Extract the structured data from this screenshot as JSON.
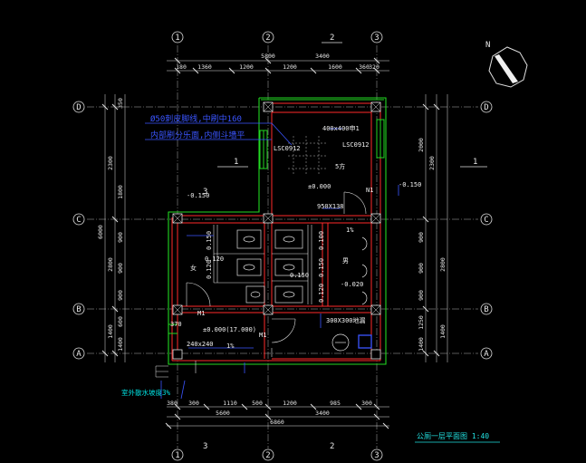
{
  "drawing": {
    "grid_columns": [
      "1",
      "2",
      "3"
    ],
    "grid_rows": [
      "D",
      "C",
      "B",
      "A"
    ],
    "section_marks": {
      "top": "2",
      "bottom_left": "3",
      "bottom_mid": "2",
      "side": "1",
      "inner": "3"
    },
    "north_label": "N",
    "title": "公厕一层平面图 1:40"
  },
  "dims": {
    "top_total": "5800",
    "top_right": "3400",
    "top_segments": [
      "180",
      "1360",
      "1200",
      "1200",
      "1600",
      "360"
    ],
    "top_seg_extra": "320",
    "bottom_segments": [
      "380",
      "300",
      "1110",
      "500",
      "1200",
      "985",
      "300"
    ],
    "bottom_mid": "5600",
    "bottom_right": "3400",
    "bottom_total": "6860",
    "left_total": "6000",
    "left_segments": [
      "2300",
      "2800",
      "1400"
    ],
    "left_small": [
      "350",
      "1800",
      "900",
      "900",
      "900",
      "600",
      "1400"
    ],
    "right_segments": [
      "2300",
      "2800",
      "1400"
    ],
    "right_small": [
      "2000",
      "900",
      "900",
      "900",
      "1250",
      "1400"
    ]
  },
  "labels": {
    "note1": "Ø50刺皮脚线,中刷中160",
    "note2": "内部刷分乐面,内侧斗墙平",
    "window_top": "400x400申1",
    "lsc_left": "LSC0912",
    "lsc_right": "LSC0912",
    "room_upper": "5方",
    "level1": "±0.000",
    "level2": "-0.150",
    "level3": "0.120",
    "level4": "-0.020",
    "opening": "950X138",
    "door_n1": "N1",
    "door_m1": "M1",
    "door_m1b": "M1",
    "pct1": "1%",
    "pct2": "1%",
    "room_w": "女",
    "room_m": "男",
    "pit": "300X300地漏",
    "entry_level": "±0.000(17.000)",
    "tile": "240x240",
    "elev_370": "370",
    "left_note": "室外散水坡度3%",
    "small_025": "0.150",
    "v_labels": [
      "0.150",
      "0.120",
      "0.100",
      "0.150",
      "0.120"
    ]
  }
}
